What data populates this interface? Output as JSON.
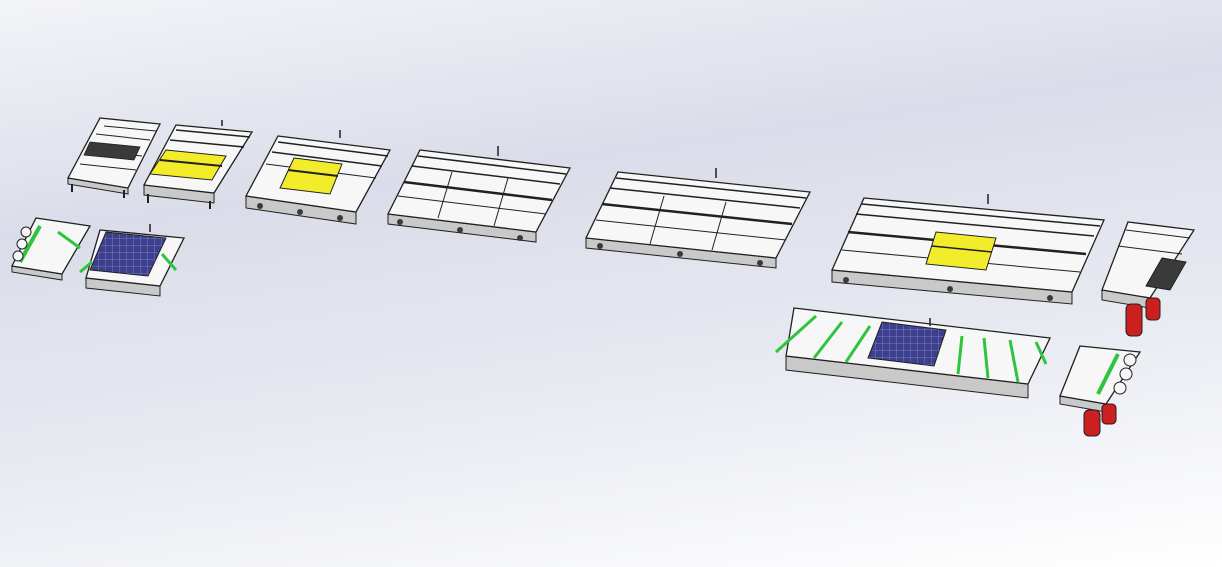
{
  "scene": {
    "colors": {
      "frame": "#202020",
      "body_fill": "#f7f7f7",
      "shadow_fill": "#c9c9c9",
      "panel_yellow": "#f2ec2a",
      "panel_solar": "#3b3f8c",
      "slat_green": "#2ec43e",
      "motor_red": "#cc2020"
    },
    "modules": [
      {
        "id": "m01",
        "kind": "short-conveyor",
        "panel": "none"
      },
      {
        "id": "m02",
        "kind": "short-conveyor",
        "panel": "yellow"
      },
      {
        "id": "m03",
        "kind": "conveyor",
        "panel": "yellow"
      },
      {
        "id": "m04",
        "kind": "conveyor",
        "panel": "none"
      },
      {
        "id": "m05",
        "kind": "long-conveyor",
        "panel": "none"
      },
      {
        "id": "m06",
        "kind": "long-conveyor",
        "panel": "yellow"
      },
      {
        "id": "m07",
        "kind": "drive-unit",
        "panel": "none"
      },
      {
        "id": "m08",
        "kind": "transfer-conveyor",
        "panel": "green-slats"
      },
      {
        "id": "m09",
        "kind": "transfer-conveyor",
        "panel": "solar"
      },
      {
        "id": "m10",
        "kind": "long-transfer-conveyor",
        "panel": "solar"
      },
      {
        "id": "m11",
        "kind": "drive-transfer-unit",
        "panel": "green-slats"
      }
    ]
  }
}
